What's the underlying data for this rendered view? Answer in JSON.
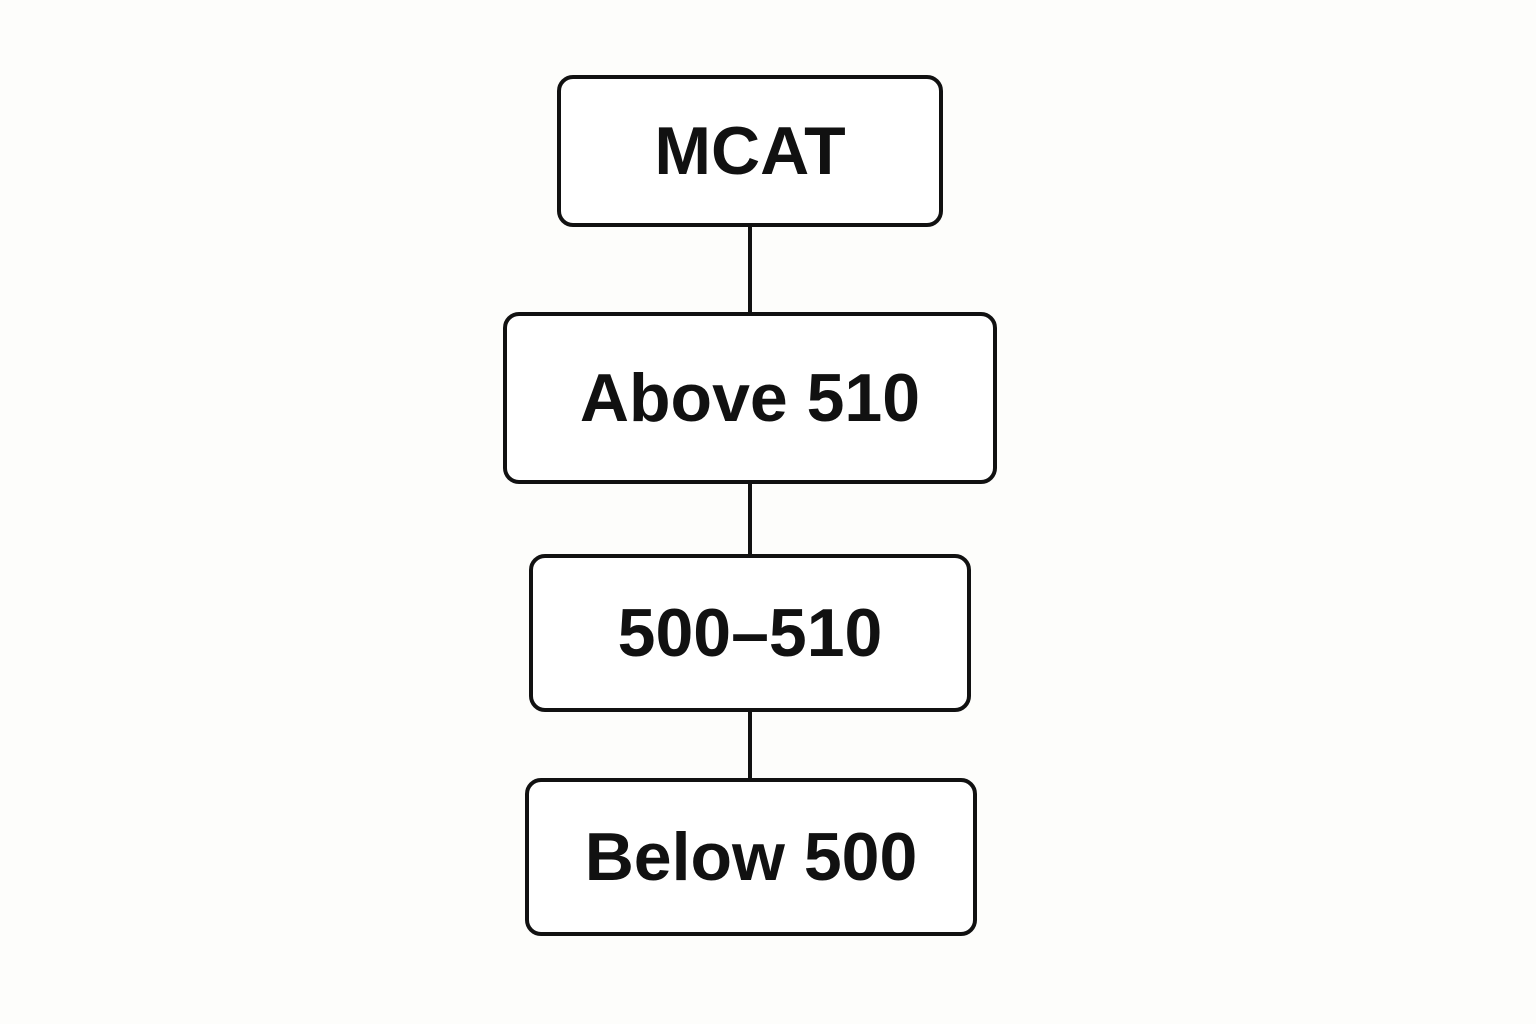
{
  "diagram": {
    "nodes": [
      {
        "id": "mcat",
        "label": "MCAT"
      },
      {
        "id": "above-510",
        "label": "Above 510"
      },
      {
        "id": "500-510",
        "label": "500–510"
      },
      {
        "id": "below-500",
        "label": "Below 500"
      }
    ],
    "edges": [
      {
        "from": "mcat",
        "to": "above-510"
      },
      {
        "from": "above-510",
        "to": "500-510"
      },
      {
        "from": "500-510",
        "to": "below-500"
      }
    ],
    "colors": {
      "background": "#fdfdfb",
      "stroke": "#111111",
      "text": "#111111"
    }
  }
}
